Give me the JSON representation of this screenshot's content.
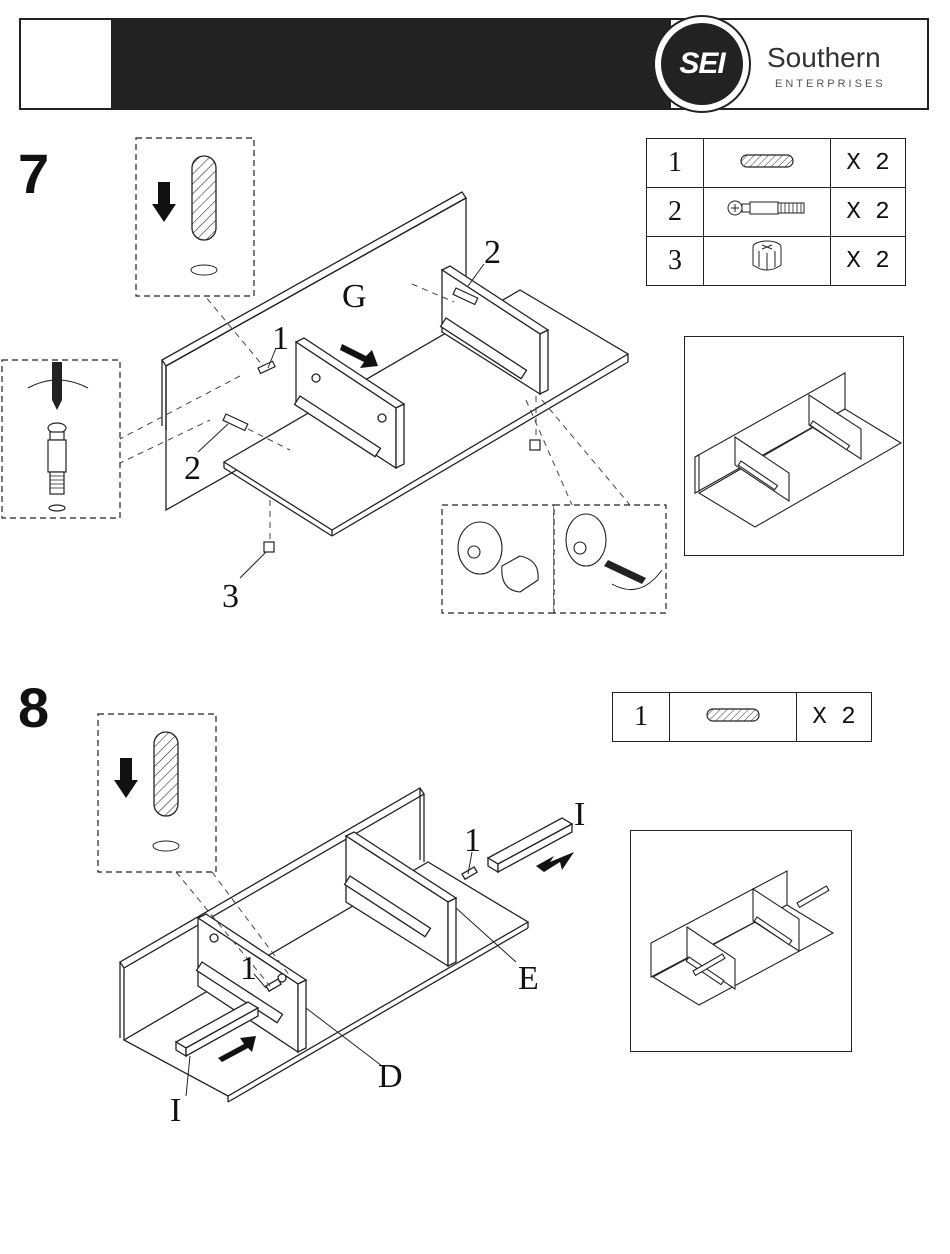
{
  "header": {
    "logo_text": "SEI",
    "brand_name": "Southern",
    "brand_sub": "ENTERPRISES"
  },
  "step7": {
    "number": "7",
    "parts": [
      {
        "id": "1",
        "icon": "dowel-icon",
        "qty": "X 2"
      },
      {
        "id": "2",
        "icon": "cam-bolt-icon",
        "qty": "X 2"
      },
      {
        "id": "3",
        "icon": "cam-lock-icon",
        "qty": "X 2"
      }
    ],
    "callouts": {
      "g": "G",
      "part1": "1",
      "part2_top": "2",
      "part2_left": "2",
      "part3": "3"
    }
  },
  "step8": {
    "number": "8",
    "parts": [
      {
        "id": "1",
        "icon": "dowel-icon",
        "qty": "X 2"
      }
    ],
    "callouts": {
      "i_top": "I",
      "i_bottom": "I",
      "one_top": "1",
      "one_bottom": "1",
      "e": "E",
      "d": "D"
    }
  }
}
